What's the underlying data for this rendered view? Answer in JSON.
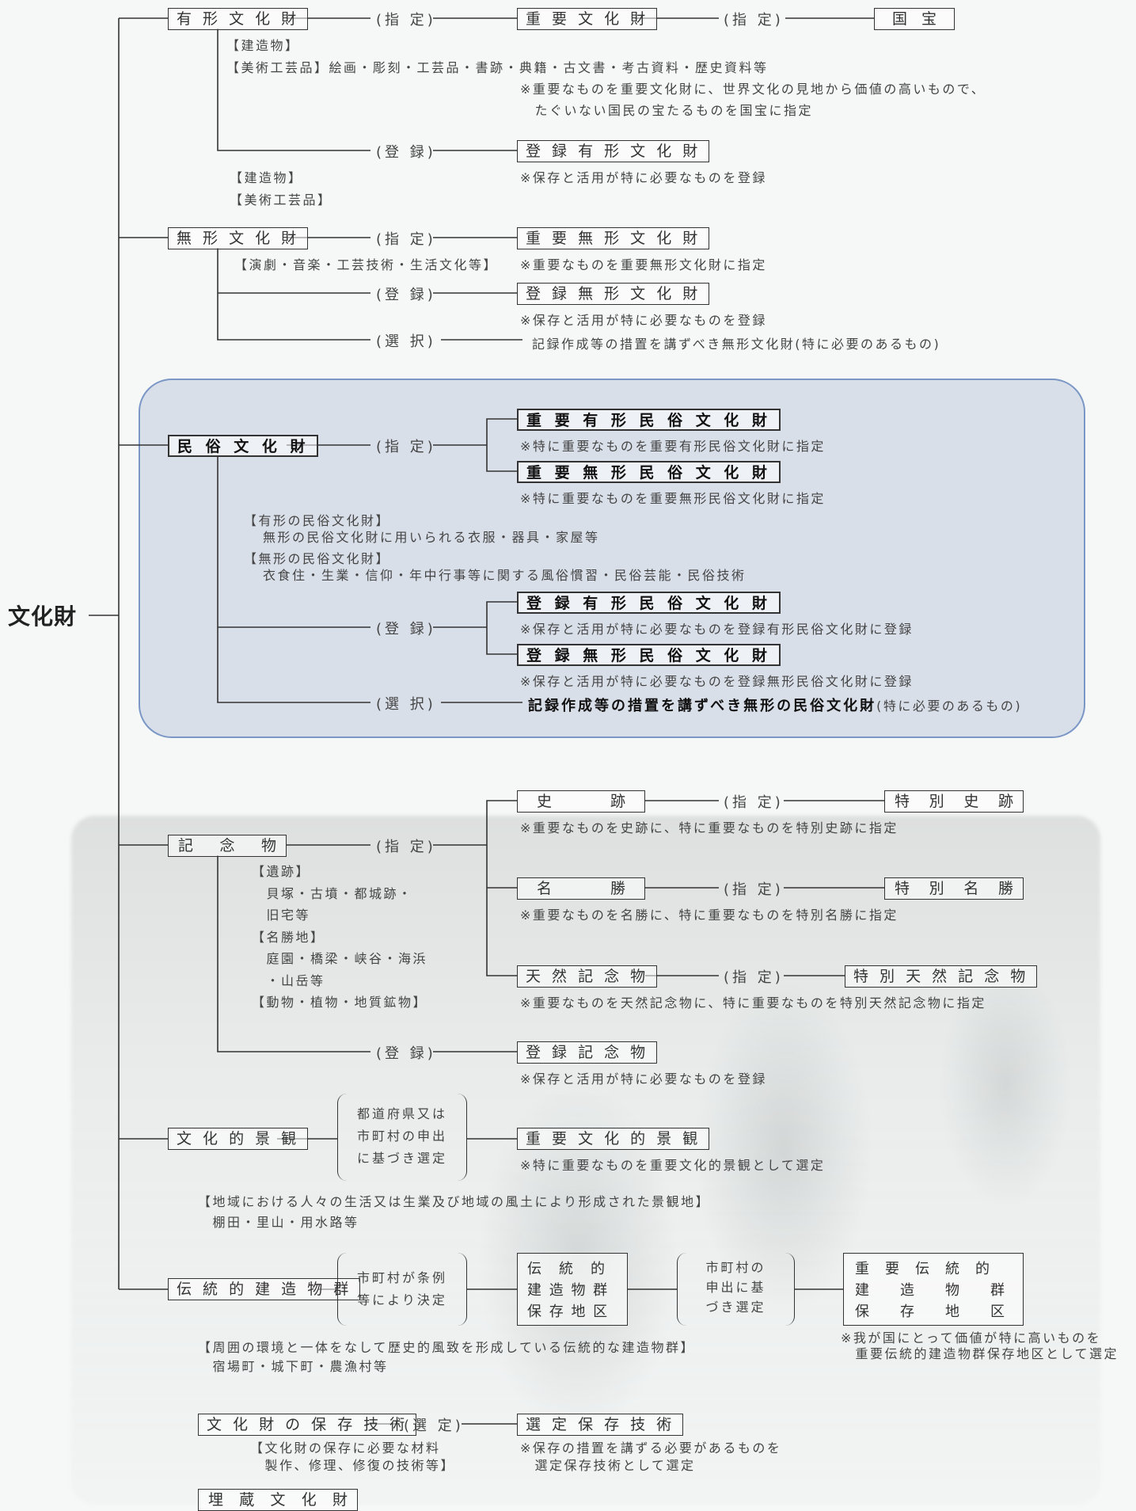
{
  "root": "文化財",
  "rel": {
    "designate": "(指 定)",
    "register": "(登 録)",
    "select": "(選 択)",
    "choose": "(選 定)"
  },
  "tangible": {
    "label": "有 形 文 化 財",
    "important": "重 要 文 化 財",
    "national": [
      "国",
      "宝"
    ],
    "cat1": "【建造物】",
    "cat2": "【美術工芸品】絵画・彫刻・工芸品・書跡・典籍・古文書・考古資料・歴史資料等",
    "note": "※重要なものを重要文化財に、世界文化の見地から価値の高いもので、\n　たぐいない国民の宝たるものを国宝に指定",
    "registered": "登 録 有 形 文 化 財",
    "reg_note": "※保存と活用が特に必要なものを登録",
    "reg_cat1": "【建造物】",
    "reg_cat2": "【美術工芸品】"
  },
  "intangible": {
    "label": "無 形 文 化 財",
    "important": "重 要 無 形 文 化 財",
    "cat": "【演劇・音楽・工芸技術・生活文化等】",
    "note": "※重要なものを重要無形文化財に指定",
    "registered": "登 録 無 形 文 化 財",
    "reg_note": "※保存と活用が特に必要なものを登録",
    "selected": "記録作成等の措置を講ずべき無形文化財(特に必要のあるもの)"
  },
  "folk": {
    "label": "民 俗 文 化 財",
    "imp_tangible": "重 要 有 形 民 俗 文 化 財",
    "imp_tangible_note": "※特に重要なものを重要有形民俗文化財に指定",
    "imp_intangible": "重 要 無 形 民 俗 文 化 財",
    "imp_intangible_note": "※特に重要なものを重要無形民俗文化財に指定",
    "desc_tangible_head": "【有形の民俗文化財】",
    "desc_tangible": "無形の民俗文化財に用いられる衣服・器具・家屋等",
    "desc_intangible_head": "【無形の民俗文化財】",
    "desc_intangible": "衣食住・生業・信仰・年中行事等に関する風俗慣習・民俗芸能・民俗技術",
    "reg_tangible": "登 録 有 形 民 俗 文 化 財",
    "reg_tangible_note": "※保存と活用が特に必要なものを登録有形民俗文化財に登録",
    "reg_intangible": "登 録 無 形 民 俗 文 化 財",
    "reg_intangible_note": "※保存と活用が特に必要なものを登録無形民俗文化財に登録",
    "selected_bold": "記録作成等の措置を講ずべき無形の民俗文化財",
    "selected_rest": "(特に必要のあるもの)"
  },
  "monuments": {
    "label": [
      "記",
      "念",
      "物"
    ],
    "historic": [
      "史",
      "跡"
    ],
    "special_historic": [
      "特",
      "別",
      "史",
      "跡"
    ],
    "historic_note": "※重要なものを史跡に、特に重要なものを特別史跡に指定",
    "scenic": [
      "名",
      "勝"
    ],
    "special_scenic": [
      "特",
      "別",
      "名",
      "勝"
    ],
    "scenic_note": "※重要なものを名勝に、特に重要なものを特別名勝に指定",
    "natural": "天 然 記 念 物",
    "special_natural": "特 別 天 然 記 念 物",
    "natural_note": "※重要なものを天然記念物に、特に重要なものを特別天然記念物に指定",
    "desc": "【遺跡】\n　貝塚・古墳・都城跡・\n　旧宅等\n【名勝地】\n　庭園・橋梁・峡谷・海浜\n　・山岳等\n【動物・植物・地質鉱物】",
    "registered": "登 録 記 念 物",
    "reg_note": "※保存と活用が特に必要なものを登録"
  },
  "landscape": {
    "label": "文 化 的 景 観",
    "selection": "都道府県又は\n市町村の申出\nに基づき選定",
    "important": "重 要 文 化 的 景 観",
    "note": "※特に重要なものを重要文化的景観として選定",
    "desc": "【地域における人々の生活又は生業及び地域の風土により形成された景観地】\n　棚田・里山・用水路等"
  },
  "buildings": {
    "label": "伝 統 的 建 造 物 群",
    "ordinance": "市町村が条例\n等により決定",
    "district": "伝　統　的\n建 造 物 群\n保 存 地 区",
    "request": "市町村の\n申出に基\nづき選定",
    "important": "重　要　伝　統　的\n建　　造　　物　　群\n保　　存　　地　　区",
    "note": "※我が国にとって価値が特に高いものを\n　重要伝統的建造物群保存地区として選定",
    "desc": "【周囲の環境と一体をなして歴史的風致を形成している伝統的な建造物群】\n　宿場町・城下町・農漁村等"
  },
  "techniques": {
    "label": "文 化 財 の 保 存 技 術",
    "selected": "選 定 保 存 技 術",
    "desc": "【文化財の保存に必要な材料\n　製作、修理、修復の技術等】",
    "note": "※保存の措置を講ずる必要があるものを\n　選定保存技術として選定"
  },
  "buried": {
    "label": [
      "埋",
      "蔵",
      "文",
      "化",
      "財"
    ]
  }
}
